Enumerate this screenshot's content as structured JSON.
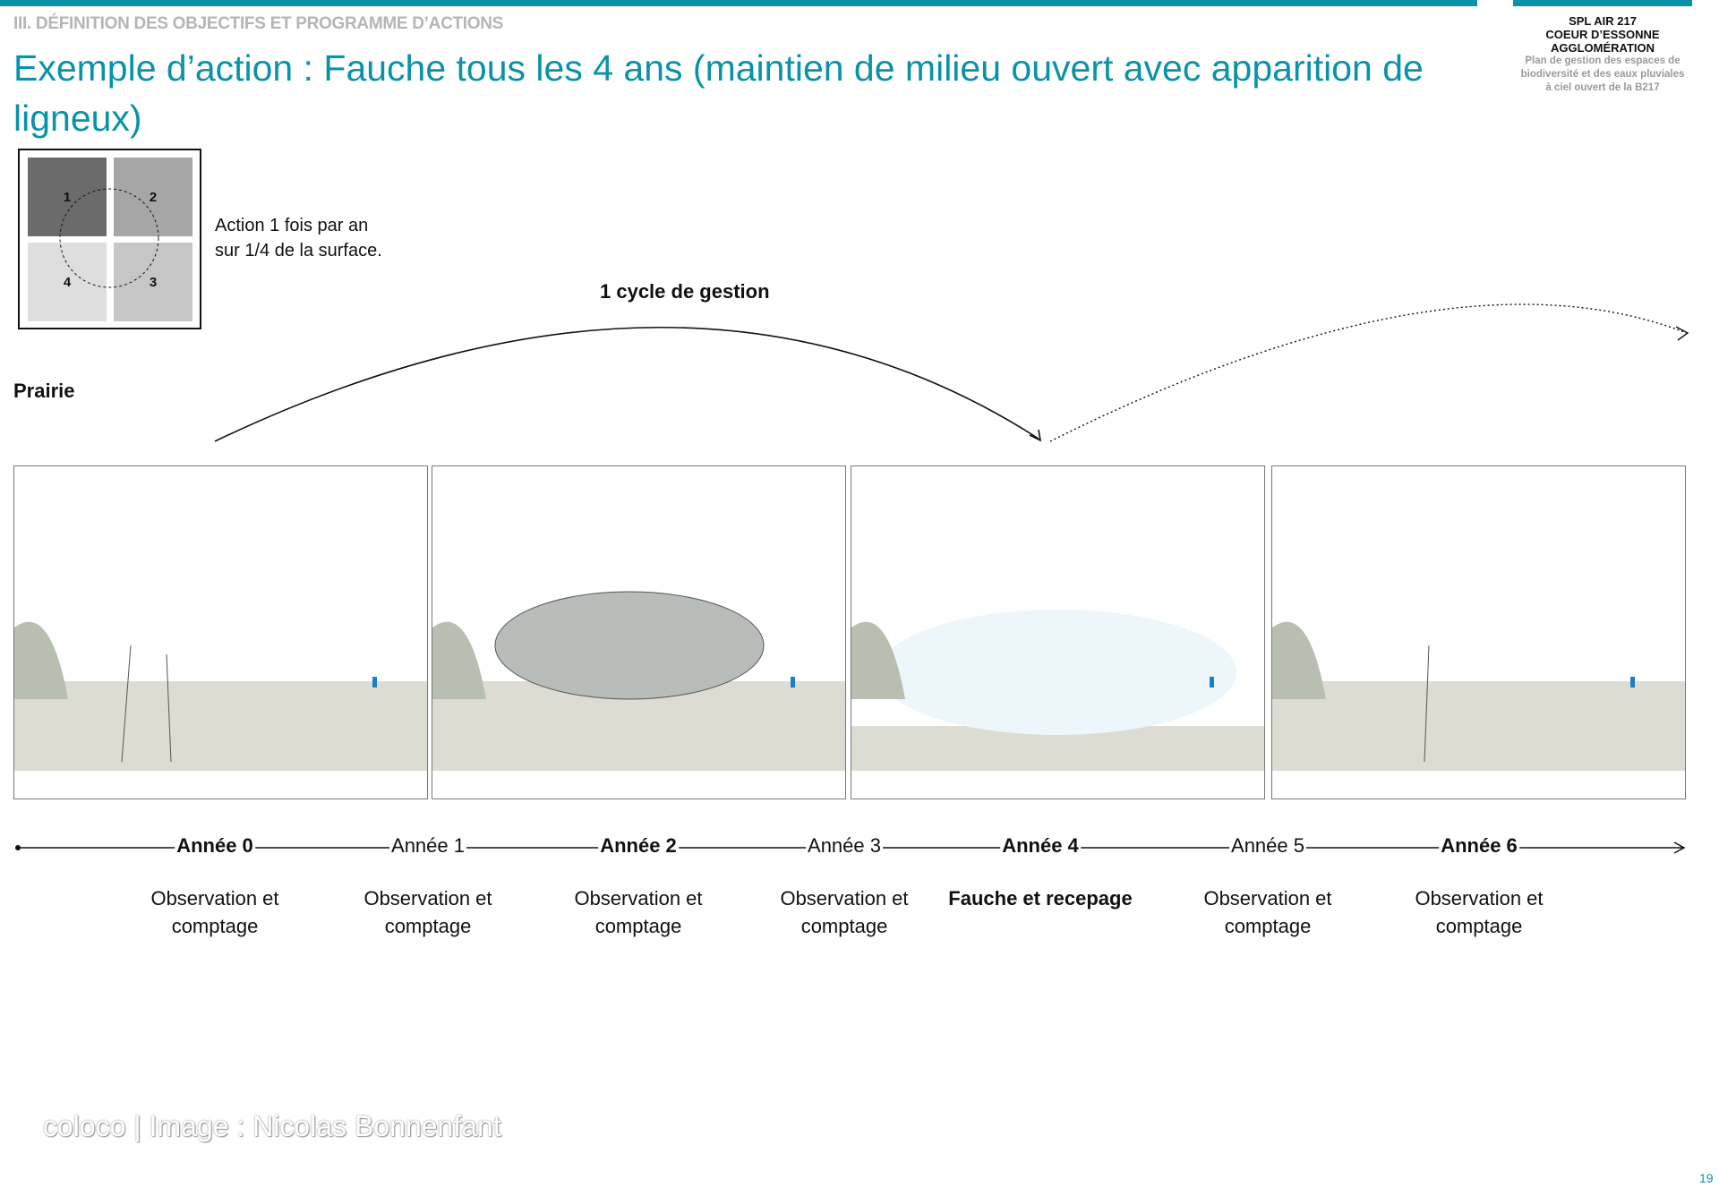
{
  "header": {
    "section": "III. DÉFINITION DES OBJECTIFS ET PROGRAMME D’ACTIONS",
    "title": "Exemple d’action : Fauche tous les 4 ans (maintien de milieu ouvert avec apparition de ligneux)"
  },
  "org": {
    "line1": "SPL AIR 217",
    "line2": "COEUR D’ESSONNE",
    "line3": "AGGLOMÉRATION",
    "sub1": "Plan de gestion des espaces de",
    "sub2": "biodiversité et des eaux pluviales",
    "sub3": "à ciel ouvert de la B217"
  },
  "colors": {
    "accent": "#0a93a8"
  },
  "quadrants": [
    "1",
    "2",
    "3",
    "4"
  ],
  "action": {
    "line1": "Action 1 fois par an",
    "line2": "sur 1/4 de la surface."
  },
  "cycle_label": "1 cycle de gestion",
  "habitat": "Prairie",
  "timeline": [
    {
      "year": "Année 0",
      "bold": true,
      "label1": "Observation et",
      "label2": "comptage"
    },
    {
      "year": "Année 1",
      "bold": false,
      "label1": "Observation et",
      "label2": "comptage"
    },
    {
      "year": "Année 2",
      "bold": true,
      "label1": "Observation et",
      "label2": "comptage"
    },
    {
      "year": "Année 3",
      "bold": false,
      "label1": "Observation et",
      "label2": "comptage"
    },
    {
      "year": "Année 4",
      "bold": true,
      "label1": "Fauche et recepage",
      "label2": ""
    },
    {
      "year": "Année 5",
      "bold": false,
      "label1": "Observation et",
      "label2": "comptage"
    },
    {
      "year": "Année 6",
      "bold": true,
      "label1": "Observation et",
      "label2": "comptage"
    }
  ],
  "credit": "coloco | Image : Nicolas Bonnenfant",
  "page_number": "19"
}
